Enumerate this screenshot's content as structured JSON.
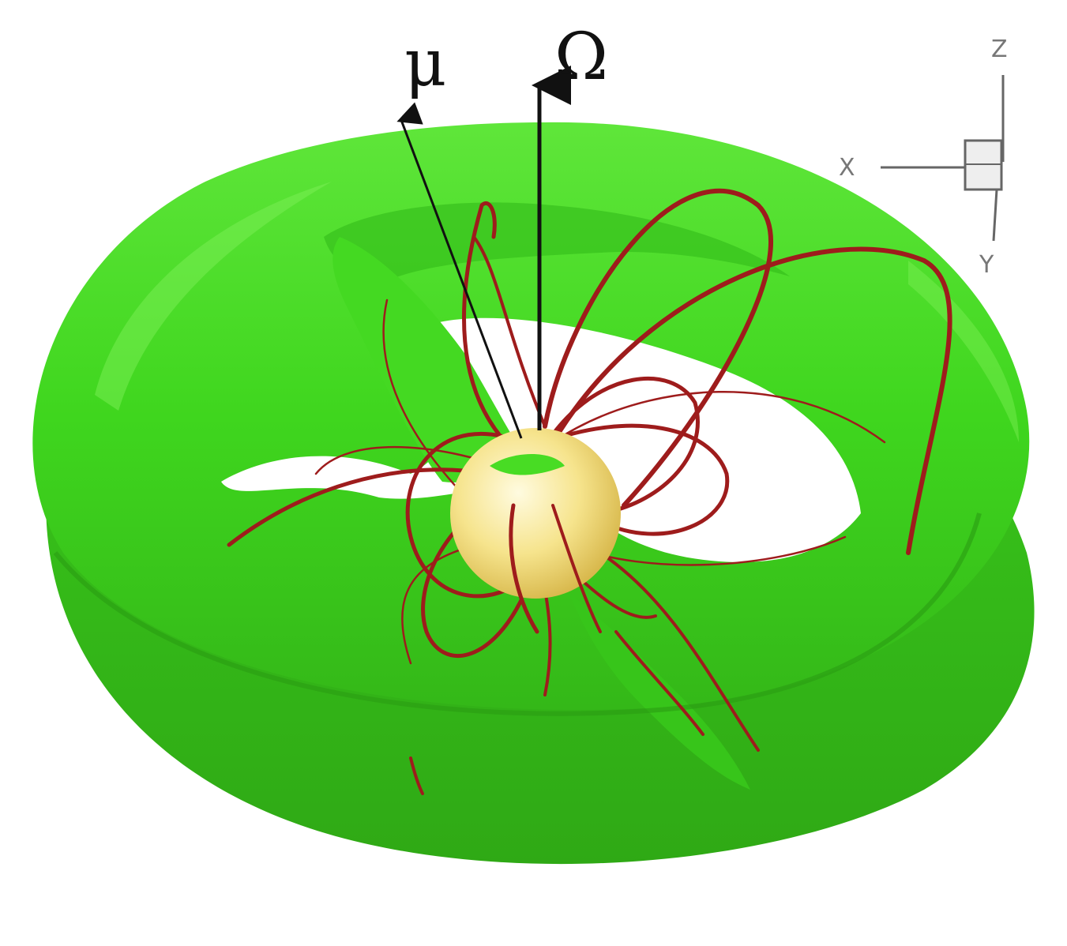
{
  "labels": {
    "mu": "μ",
    "omega": "Ω"
  },
  "axes_triad": {
    "x": "X",
    "y": "Y",
    "z": "Z"
  },
  "colors": {
    "disk": "#3fd61e",
    "disk_dark": "#2aa311",
    "disk_light": "#78ef52",
    "star": "#f3df7e",
    "field_lines": "#9e1c1c",
    "vectors": "#111111",
    "triad": "#666666"
  },
  "icons": {
    "star": "star-sphere",
    "disk": "accretion-disk-torus"
  }
}
